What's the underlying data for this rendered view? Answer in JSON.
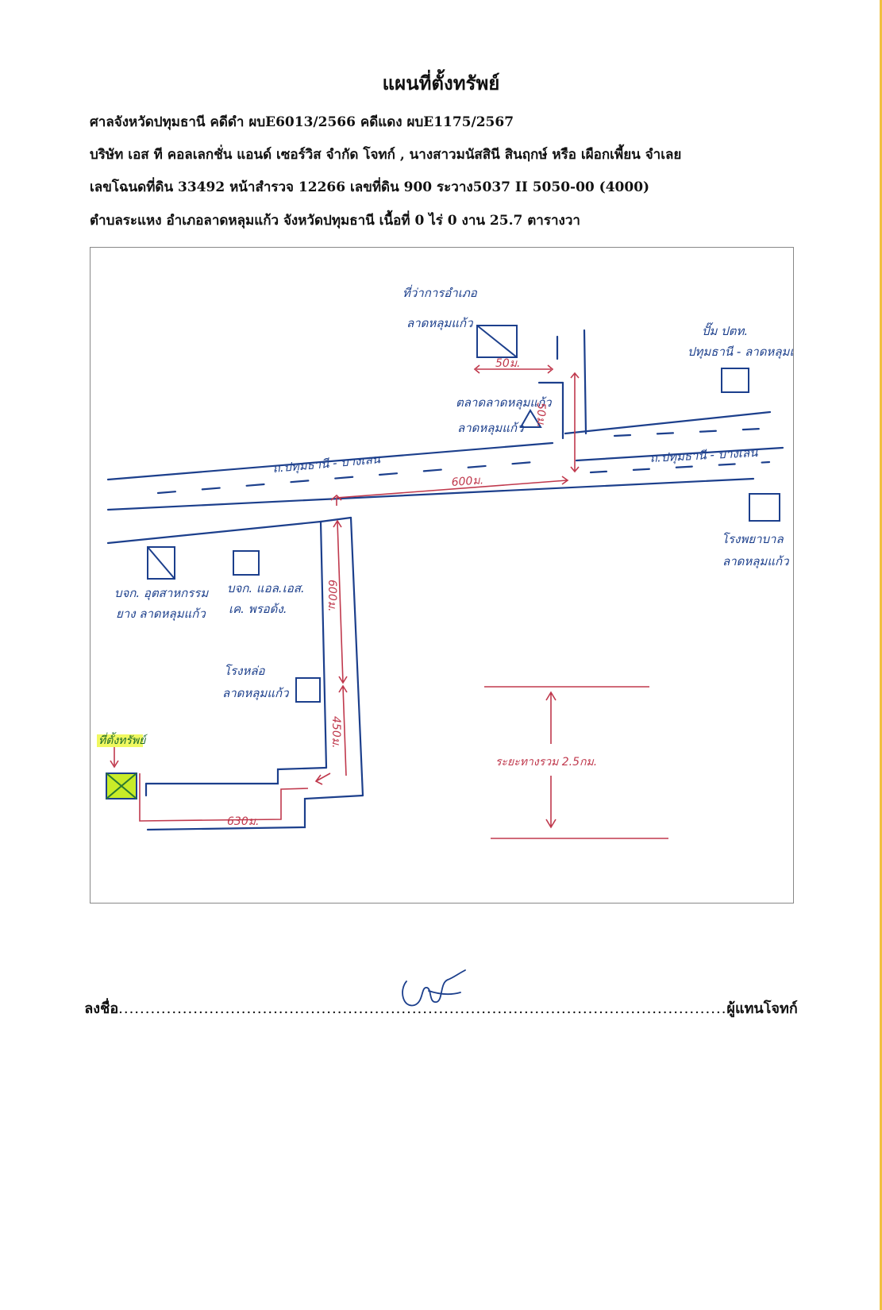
{
  "document": {
    "title": "แผนที่ตั้งทรัพย์",
    "line1": "ศาลจังหวัดปทุมธานี   คดีดำ ผบE6013/2566       คดีแดง ผบE1175/2567",
    "line2": "บริษัท เอส ที คอลเลกชั่น แอนด์ เซอร์วิส จำกัด โจทก์  ,  นางสาวมนัสสินี สินฤกษ์ หรือ เผือกเพี้ยน  จำเลย",
    "line3": "เลขโฉนดที่ดิน  33492  หน้าสำรวจ 12266 เลขที่ดิน 900  ระวาง5037 II 5050-00 (4000)",
    "line4": "ตำบลระแหง  อำเภอลาดหลุมแก้ว  จังหวัดปทุมธานี  เนื้อที่   0 ไร่ 0 งาน 25.7 ตารางวา"
  },
  "map": {
    "landmarks": {
      "police_line1": "ที่ว่าการอำเภอ",
      "police_line2": "ลาดหลุมแก้ว",
      "market_line1": "ตลาดลาดหลุมแก้ว",
      "market_line2": "ลาดหลุมแก้ว",
      "gas_line1": "ปั๊ม ปตท.",
      "gas_line2": "ปทุมธานี - ลาดหลุมแก้ว",
      "hospital_line1": "โรงพยาบาล",
      "hospital_line2": "ลาดหลุมแก้ว",
      "school1_line1": "บจก. อุตสาหกรรม",
      "school1_line2": "ยาง ลาดหลุมแก้ว",
      "shop_line1": "บจก. แอล.เอส.",
      "shop_line2": "เค. พรอด้ง.",
      "school2_line1": "โรงหล่อ",
      "school2_line2": "ลาดหลุมแก้ว",
      "property": "ที่ตั้งทรัพย์"
    },
    "roads": {
      "road_left": "ถ.ปทุมธานี - บางเลน",
      "road_right": "ถ.ปทุมธานี - บางเลน"
    },
    "dimensions": {
      "top_h": "50ม.",
      "top_v": "50ม.",
      "main": "600ม.",
      "side_v1": "600ม.",
      "side_v2": "450ม.",
      "bottom": "630ม.",
      "scale": "ระยะทางรวม 2.5กม."
    }
  },
  "signature": {
    "prefix": "ลงชื่อ",
    "dots": "..................................................................................................................",
    "suffix": "ผู้แทนโจทก์"
  }
}
